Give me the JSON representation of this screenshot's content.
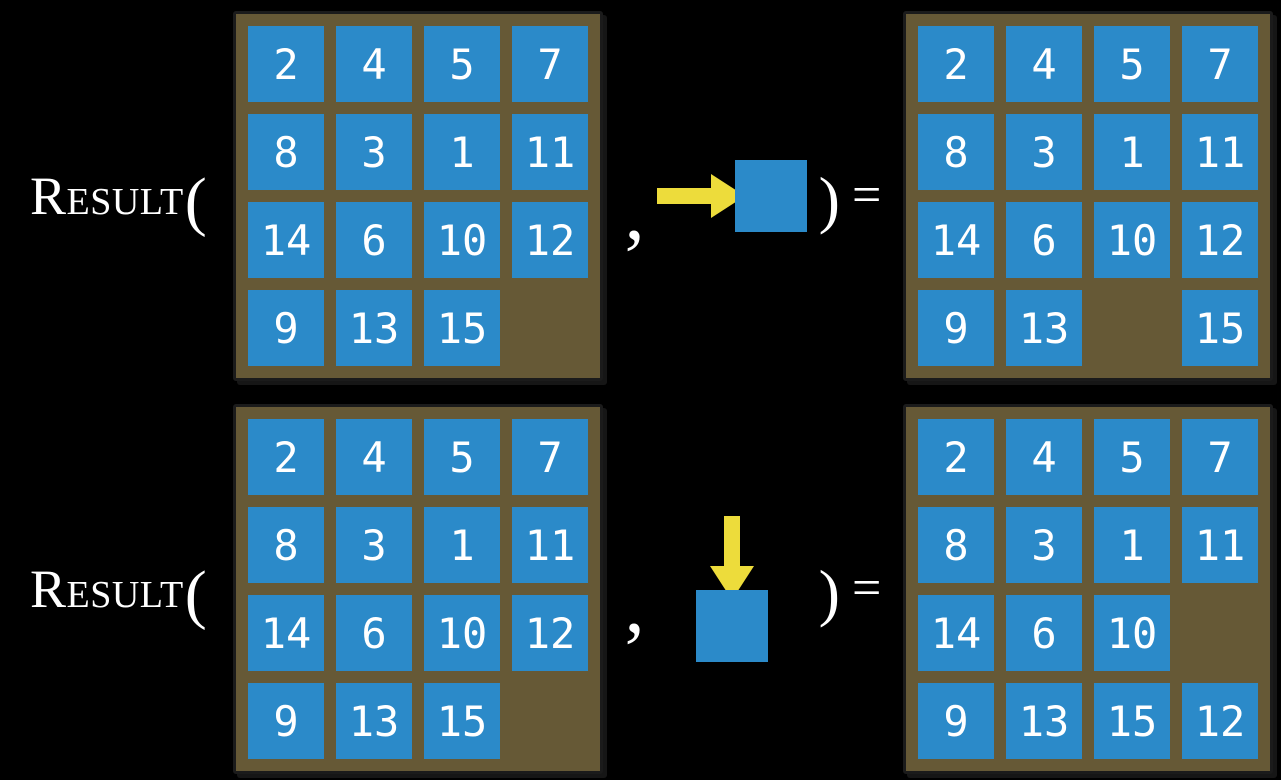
{
  "notation": {
    "function_name": "Result",
    "open_paren": "(",
    "separator": ",",
    "close_paren": ")",
    "equals_sign": "="
  },
  "colors": {
    "background_black": "#000000",
    "board_brown": "#665936",
    "board_border": "#1b1b1b",
    "tile_blue": "#2b8ac9",
    "arrow_yellow": "#eddc3b",
    "number_white": "#ffffff"
  },
  "equations": [
    {
      "action": {
        "direction": "right",
        "icon": "arrow-right-icon"
      },
      "input_grid": [
        [
          "2",
          "4",
          "5",
          "7"
        ],
        [
          "8",
          "3",
          "1",
          "11"
        ],
        [
          "14",
          "6",
          "10",
          "12"
        ],
        [
          "9",
          "13",
          "15",
          ""
        ]
      ],
      "output_grid": [
        [
          "2",
          "4",
          "5",
          "7"
        ],
        [
          "8",
          "3",
          "1",
          "11"
        ],
        [
          "14",
          "6",
          "10",
          "12"
        ],
        [
          "9",
          "13",
          "",
          "15"
        ]
      ]
    },
    {
      "action": {
        "direction": "down",
        "icon": "arrow-down-icon"
      },
      "input_grid": [
        [
          "2",
          "4",
          "5",
          "7"
        ],
        [
          "8",
          "3",
          "1",
          "11"
        ],
        [
          "14",
          "6",
          "10",
          "12"
        ],
        [
          "9",
          "13",
          "15",
          ""
        ]
      ],
      "output_grid": [
        [
          "2",
          "4",
          "5",
          "7"
        ],
        [
          "8",
          "3",
          "1",
          "11"
        ],
        [
          "14",
          "6",
          "10",
          ""
        ],
        [
          "9",
          "13",
          "15",
          "12"
        ]
      ]
    }
  ]
}
